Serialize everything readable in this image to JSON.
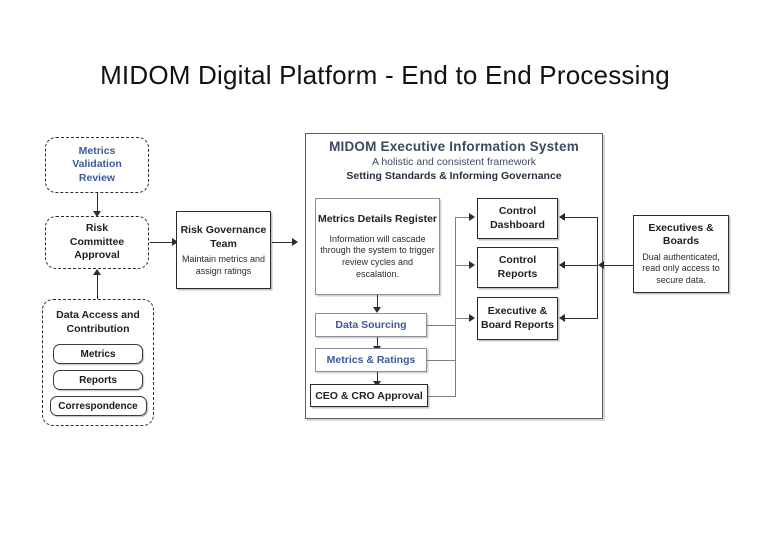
{
  "title": "MIDOM Digital Platform - End to End Processing",
  "colors": {
    "accent_blue": "#3c5a9a",
    "frame_gray": "#5e5e66",
    "text_dark": "#222222",
    "background": "#ffffff"
  },
  "left_column": {
    "metrics_validation_review": {
      "lines": [
        "Metrics",
        "Validation",
        "Review"
      ]
    },
    "risk_committee_approval": {
      "lines": [
        "Risk",
        "Committee",
        "Approval"
      ]
    },
    "data_access_and_contribution": {
      "heading": "Data Access and Contribution",
      "items": [
        "Metrics",
        "Reports",
        "Correspondence"
      ]
    }
  },
  "risk_governance_team": {
    "title": "Risk Governance Team",
    "subtitle": "Maintain metrics and assign ratings"
  },
  "midom": {
    "heading": "MIDOM  Executive Information System",
    "subheading_1": "A holistic and consistent framework",
    "subheading_2": "Setting Standards & Informing Governance",
    "metrics_details_register": {
      "title": "Metrics Details Register",
      "body": "Information will cascade through the system  to trigger review cycles and escalation."
    },
    "pipeline": [
      {
        "label": "Data Sourcing",
        "style": "blue"
      },
      {
        "label": "Metrics & Ratings",
        "style": "blue"
      },
      {
        "label": "CEO & CRO Approval",
        "style": "dark"
      }
    ],
    "outputs": [
      {
        "line1": "Control",
        "line2": "Dashboard"
      },
      {
        "line1": "Control",
        "line2": "Reports"
      },
      {
        "line1": "Executive &",
        "line2": "Board Reports"
      }
    ]
  },
  "executives_and_boards": {
    "line1": "Executives &",
    "line2": "Boards",
    "subtitle": "Dual authenticated, read only access to secure data."
  }
}
